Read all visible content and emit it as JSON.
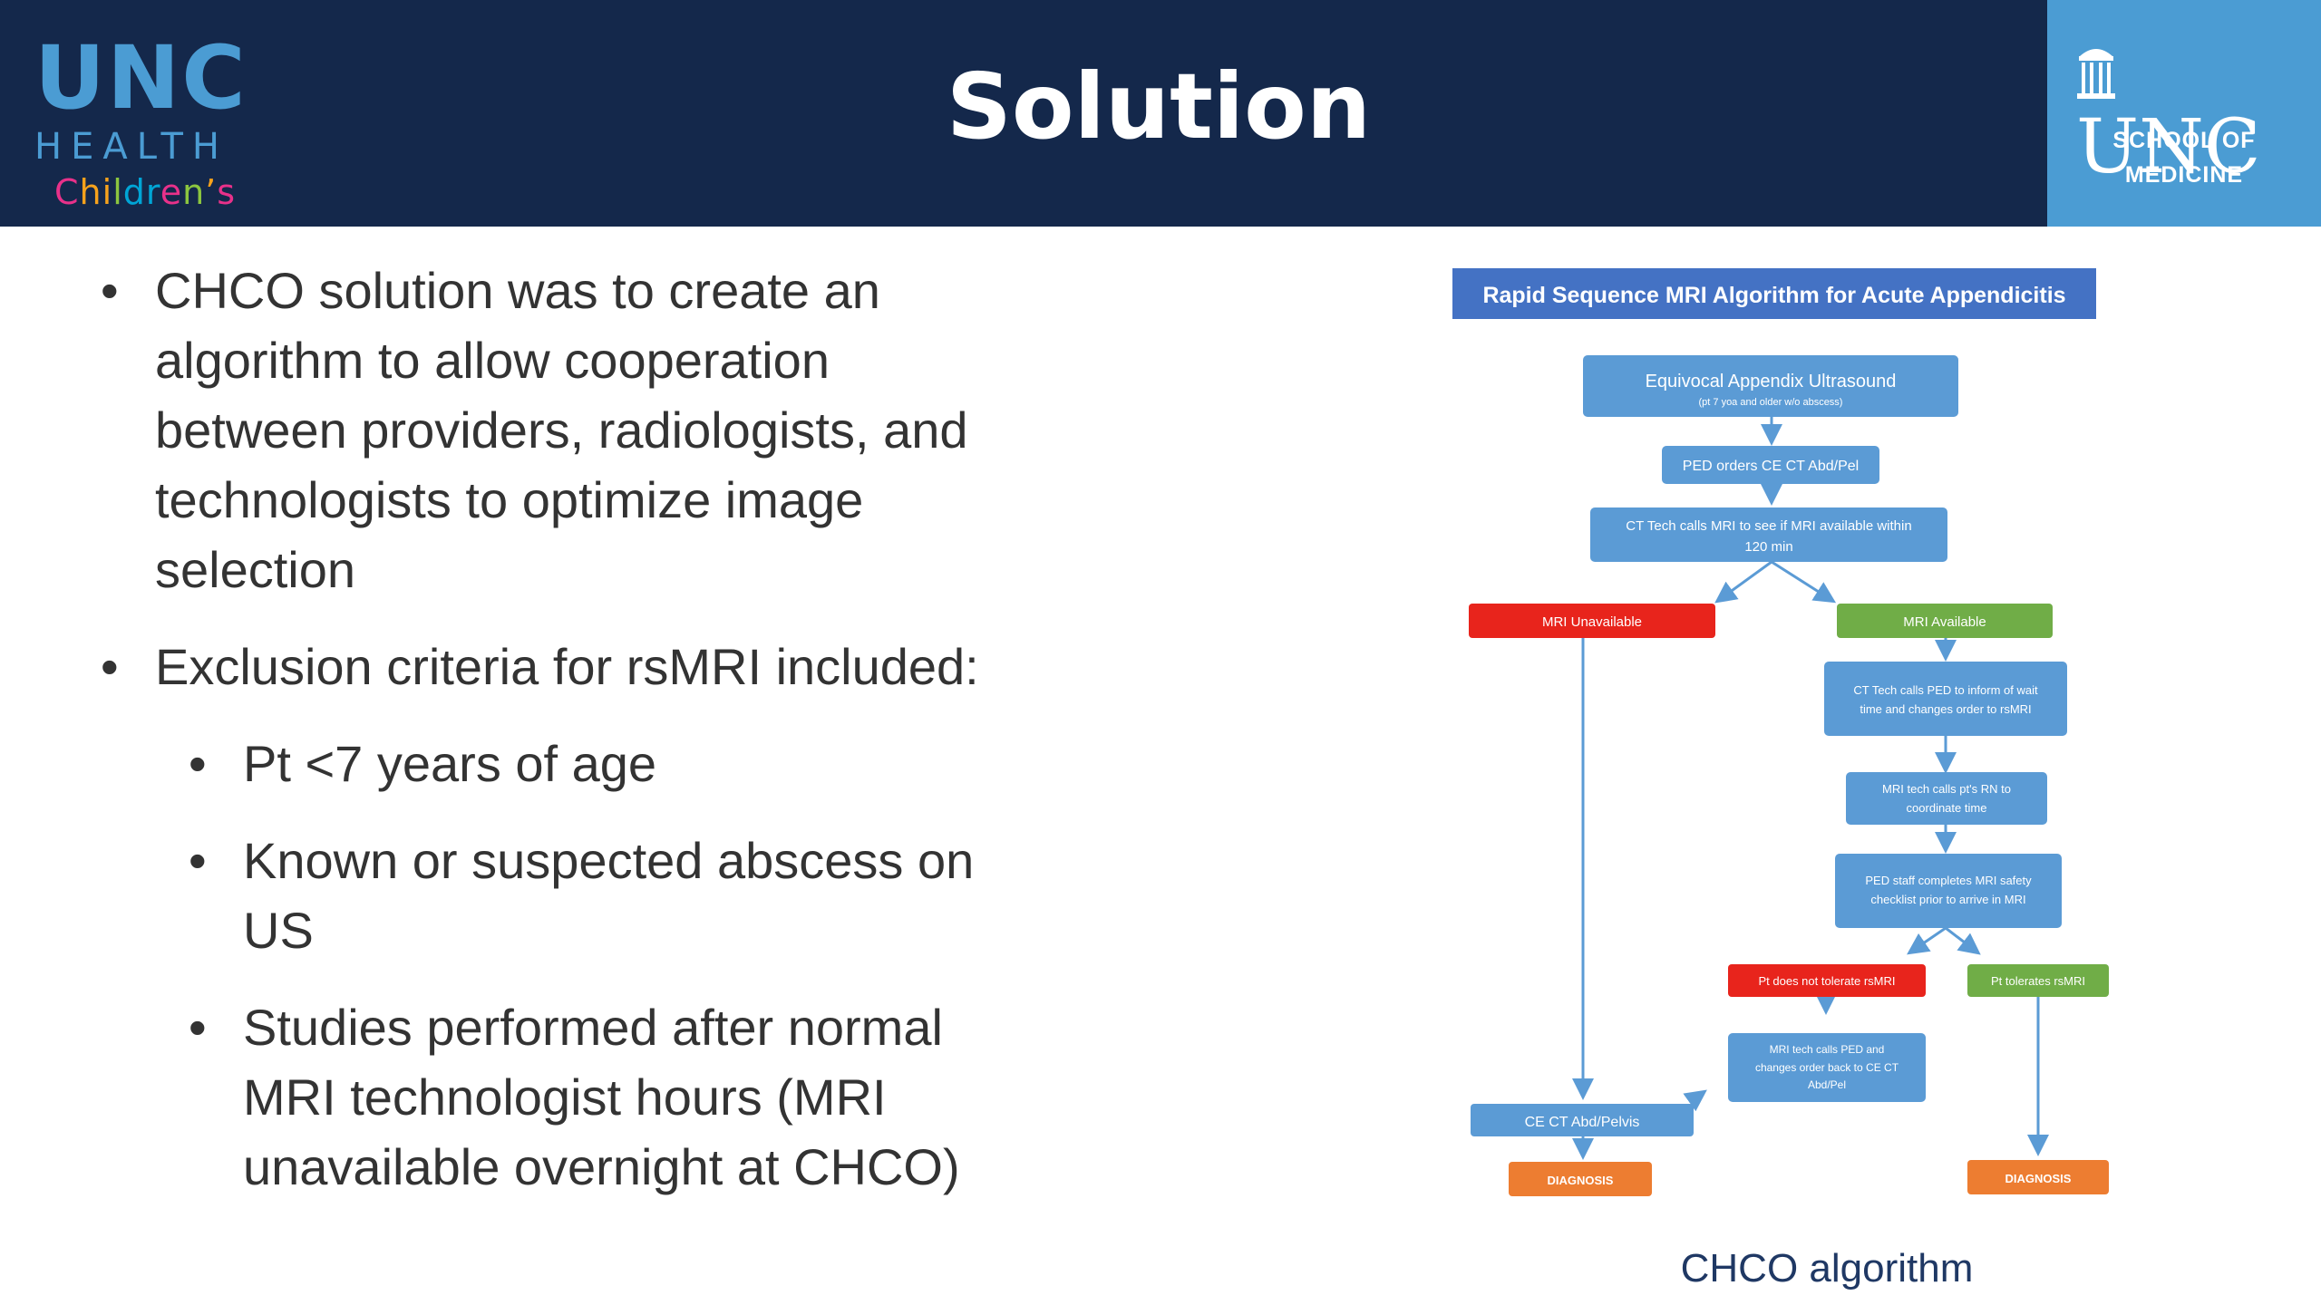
{
  "header": {
    "title": "Solution",
    "logo_left": {
      "line1": "UNC",
      "line2": "HEALTH",
      "line3_letters": [
        "C",
        "h",
        "i",
        "l",
        "d",
        "r",
        "e",
        "n",
        "’",
        "s"
      ],
      "line3_colors": [
        "#e8318a",
        "#f6a21c",
        "#f6a21c",
        "#8cc63f",
        "#00a5d6",
        "#00a5d6",
        "#e8318a",
        "#8cc63f",
        "#f6a21c",
        "#e8318a"
      ]
    },
    "logo_right": {
      "wordmark": "UNC",
      "school_line1": "SCHOOL OF",
      "school_line2": "MEDICINE"
    }
  },
  "bullets": {
    "b1": [
      "CHCO solution was to create an",
      "algorithm to allow cooperation",
      "between providers, radiologists, and",
      "technologists to optimize image",
      "selection"
    ],
    "b2": "Exclusion criteria for rsMRI included:",
    "sub1": "Pt <7 years of age",
    "sub2": [
      "Known or suspected abscess on",
      "US"
    ],
    "sub3": [
      "Studies performed after normal",
      "MRI technologist hours (MRI",
      "unavailable overnight at CHCO)"
    ]
  },
  "flowchart": {
    "title": "Rapid Sequence MRI Algorithm for Acute Appendicitis",
    "node_equivocal": "Equivocal Appendix Ultrasound",
    "node_equivocal_sub": "(pt 7 yoa and older w/o abscess)",
    "node_ped_orders": "PED orders CE CT Abd/Pel",
    "node_ct_tech": [
      "CT Tech calls MRI to see if MRI available within",
      "120 min"
    ],
    "node_mri_unavail": "MRI Unavailable",
    "node_mri_avail": "MRI Available",
    "node_ct_calls_ped": [
      "CT Tech calls PED to inform of wait",
      "time and changes order to rsMRI"
    ],
    "node_mri_calls_rn": [
      "MRI tech calls pt's RN to",
      "coordinate time"
    ],
    "node_ped_staff": [
      "PED staff completes MRI safety",
      "checklist prior to arrive in MRI"
    ],
    "node_not_tolerate": "Pt does not tolerate rsMRI",
    "node_tolerates": "Pt tolerates rsMRI",
    "node_mri_calls_ped": [
      "MRI tech calls PED and",
      "changes order back to CE CT",
      "Abd/Pel"
    ],
    "node_ce_ct": "CE CT Abd/Pelvis",
    "node_diag_left": "DIAGNOSIS",
    "node_diag_right": "DIAGNOSIS",
    "colors": {
      "title_bg": "#4472c4",
      "node_blue": "#5b9bd5",
      "node_red": "#e8241c",
      "node_green": "#70ad47",
      "node_orange": "#ed7d31",
      "arrow": "#5b9bd5"
    }
  },
  "caption": "CHCO algorithm"
}
